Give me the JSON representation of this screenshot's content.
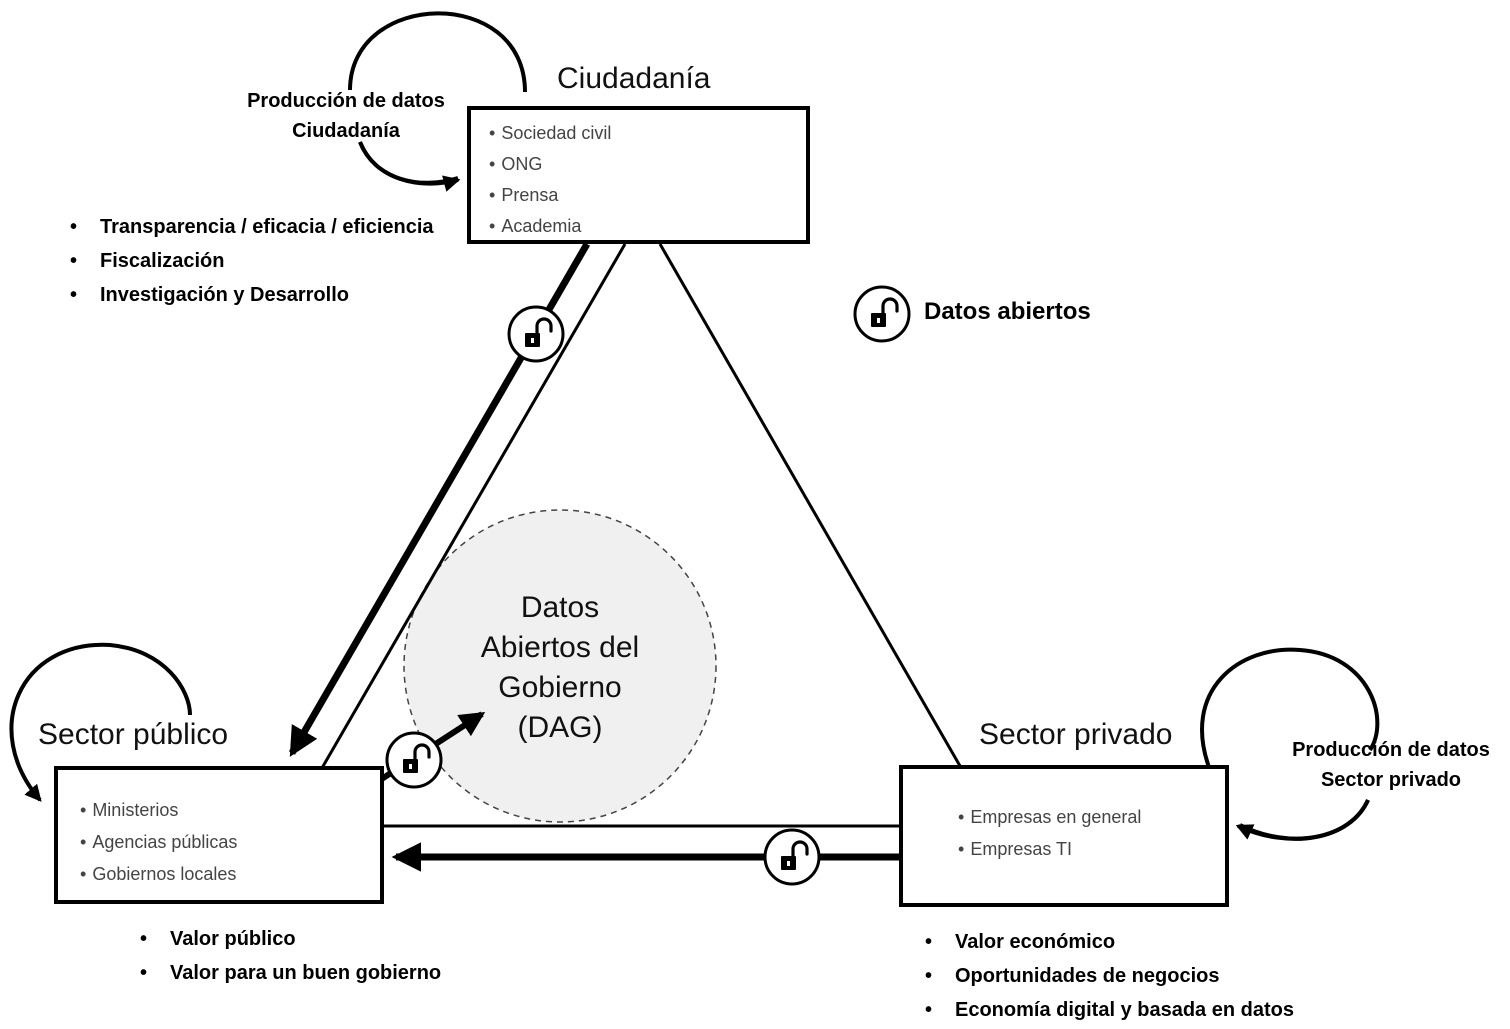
{
  "nodes": {
    "ciudadania": {
      "title": "Ciudadanía",
      "items": [
        "Sociedad civil",
        "ONG",
        "Prensa",
        "Academia"
      ]
    },
    "sector_publico": {
      "title": "Sector público",
      "items": [
        "Ministerios",
        "Agencias públicas",
        "Gobiernos locales"
      ]
    },
    "sector_privado": {
      "title": "Sector privado",
      "items": [
        "Empresas en general",
        "Empresas TI"
      ]
    }
  },
  "loops": {
    "ciudadania": [
      "Producción de datos",
      "Ciudadanía"
    ],
    "sector_privado": [
      "Producción de datos",
      "Sector privado"
    ]
  },
  "values": {
    "ciudadania": [
      "Transparencia / eficacia / eficiencia",
      "Fiscalización",
      "Investigación y Desarrollo"
    ],
    "sector_publico": [
      "Valor público",
      "Valor para un buen gobierno"
    ],
    "sector_privado": [
      "Valor económico",
      "Oportunidades de negocios",
      "Economía digital y basada en datos"
    ]
  },
  "center": {
    "lines": [
      "Datos",
      "Abiertos del",
      "Gobierno"
    ],
    "acronym": "(DAG)"
  },
  "legend": {
    "label": "Datos abiertos",
    "icon": "unlocked-padlock-icon"
  },
  "colors": {
    "center_fill": "#f0f0f0",
    "box_text": "#444444"
  }
}
